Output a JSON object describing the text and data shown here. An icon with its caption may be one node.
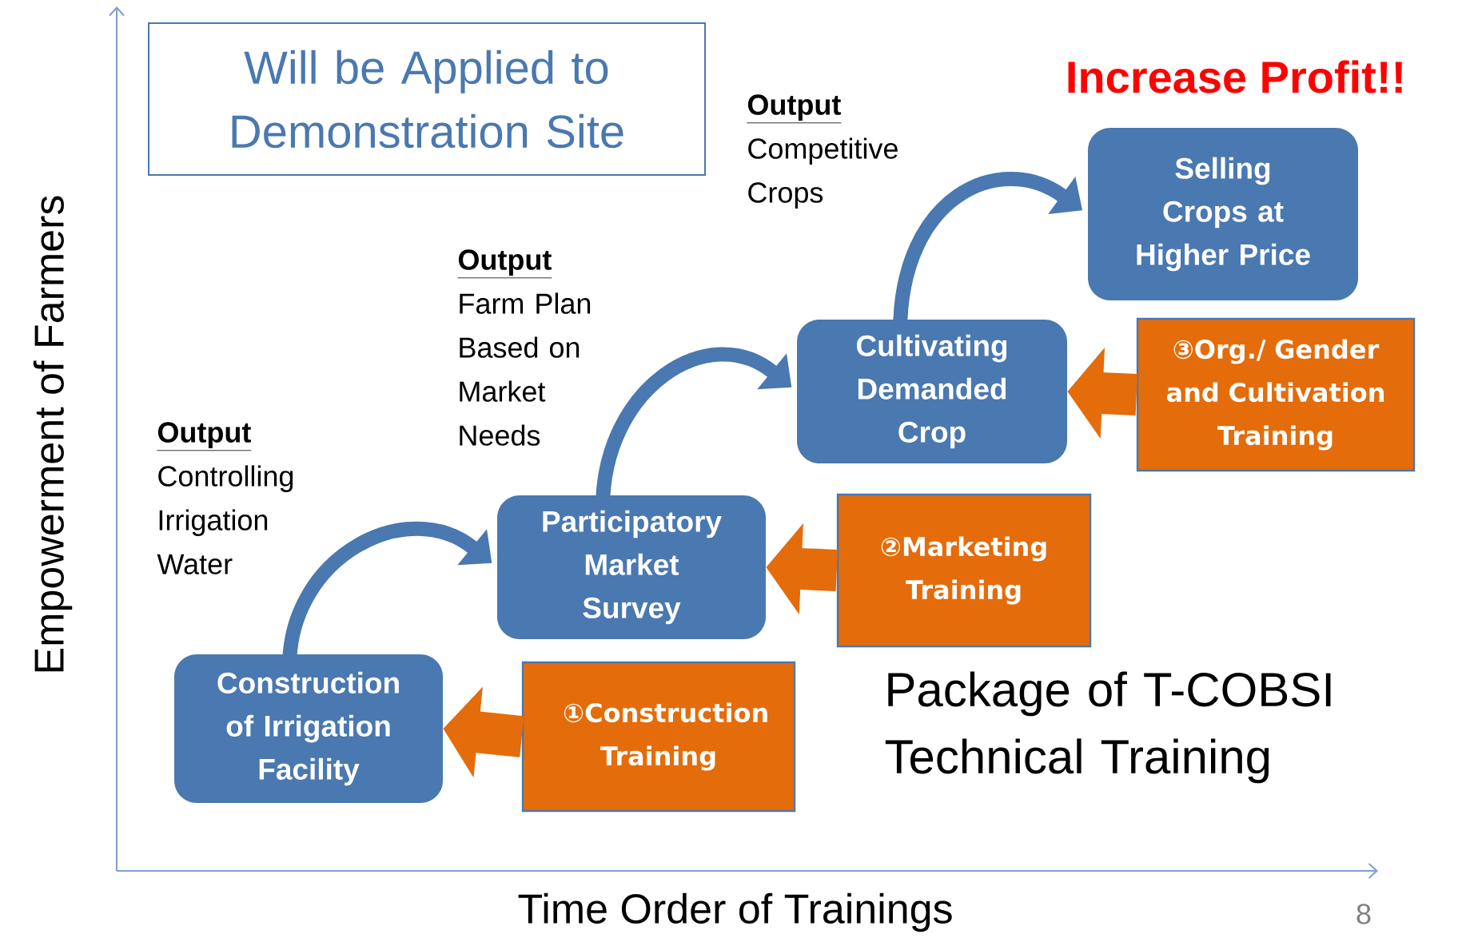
{
  "diagram": {
    "nodes": [
      {
        "text": [
          "Will be Applied to Demonstration Site"
        ]
      },
      {
        "text": [
          "Selling Crops at Higher Price"
        ]
      },
      {
        "text": [
          "Cultivating Demanded Crop"
        ]
      },
      {
        "text": [
          "③Org./ Gender and Cultivation Training"
        ]
      },
      {
        "text": [
          "Participatory Market Survey"
        ]
      },
      {
        "text": [
          "②Marketing Training"
        ]
      },
      {
        "text": [
          "Construction of Irrigation Facility"
        ]
      },
      {
        "text": [
          "①Construction Training"
        ]
      }
    ],
    "edges": [
      {
        "from": 7,
        "to": 6,
        "arrow": "to",
        "style": "thick",
        "color": "#e46c0a"
      },
      {
        "from": 6,
        "to": 4,
        "arrow": "to",
        "color": "#4a78b0"
      },
      {
        "from": 5,
        "to": 4,
        "arrow": "to",
        "style": "thick",
        "color": "#e46c0a"
      },
      {
        "from": 4,
        "to": 2,
        "arrow": "to",
        "color": "#4a78b0"
      },
      {
        "from": 3,
        "to": 2,
        "arrow": "to",
        "style": "thick",
        "color": "#e46c0a"
      },
      {
        "from": 2,
        "to": 1,
        "arrow": "to",
        "color": "#4a78b0"
      }
    ],
    "labels": [
      "Increase Profit!!",
      "Output",
      "Competitive Crops",
      "Output",
      "Farm Plan Based on Market Needs",
      "Output",
      "Controlling Irrigation Water",
      "Package of T-COBSI Technical Training",
      "Empowerment of Farmers",
      "Time Order of Trainings",
      "8"
    ]
  }
}
